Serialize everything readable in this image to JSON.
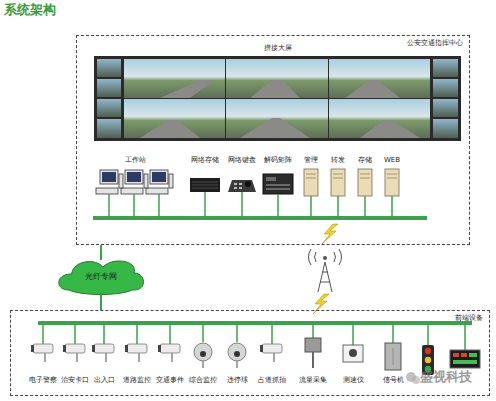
{
  "diagram": {
    "title": "系统架构",
    "nodes": [
      {
        "text": [
          "公安交通指挥中心"
        ]
      },
      {
        "text": [
          "拼接大屏"
        ],
        "in": 0
      },
      {
        "text": [
          "工作站"
        ],
        "in": 0
      },
      {
        "text": [
          "网络存储"
        ],
        "in": 0
      },
      {
        "text": [
          "网络键盘"
        ],
        "in": 0
      },
      {
        "text": [
          "解码矩阵"
        ],
        "in": 0
      },
      {
        "text": [
          "管理"
        ],
        "in": 0
      },
      {
        "text": [
          "转发"
        ],
        "in": 0
      },
      {
        "text": [
          "存储"
        ],
        "in": 0
      },
      {
        "text": [
          "WEB"
        ],
        "in": 0
      },
      {
        "text": [
          "光纤专网"
        ]
      },
      {
        "text": [
          "前端设备"
        ]
      },
      {
        "text": [
          "电子警察"
        ],
        "in": 11
      },
      {
        "text": [
          "治安卡口"
        ],
        "in": 11
      },
      {
        "text": [
          "出入口"
        ],
        "in": 11
      },
      {
        "text": [
          "道路监控"
        ],
        "in": 11
      },
      {
        "text": [
          "交通事件"
        ],
        "in": 11
      },
      {
        "text": [
          "综合监控"
        ],
        "in": 11
      },
      {
        "text": [
          "违停球"
        ],
        "in": 11
      },
      {
        "text": [
          "占道抓拍"
        ],
        "in": 11
      },
      {
        "text": [
          "流量采集"
        ],
        "in": 11
      },
      {
        "text": [
          "测速仪"
        ],
        "in": 11
      },
      {
        "text": [
          "信号机"
        ],
        "in": 11
      }
    ],
    "edges": [
      {
        "from": 10,
        "to": 0,
        "arrow": "none"
      },
      {
        "from": 10,
        "to": 11,
        "arrow": "none"
      }
    ],
    "labels": [
      "盛视科技"
    ]
  }
}
